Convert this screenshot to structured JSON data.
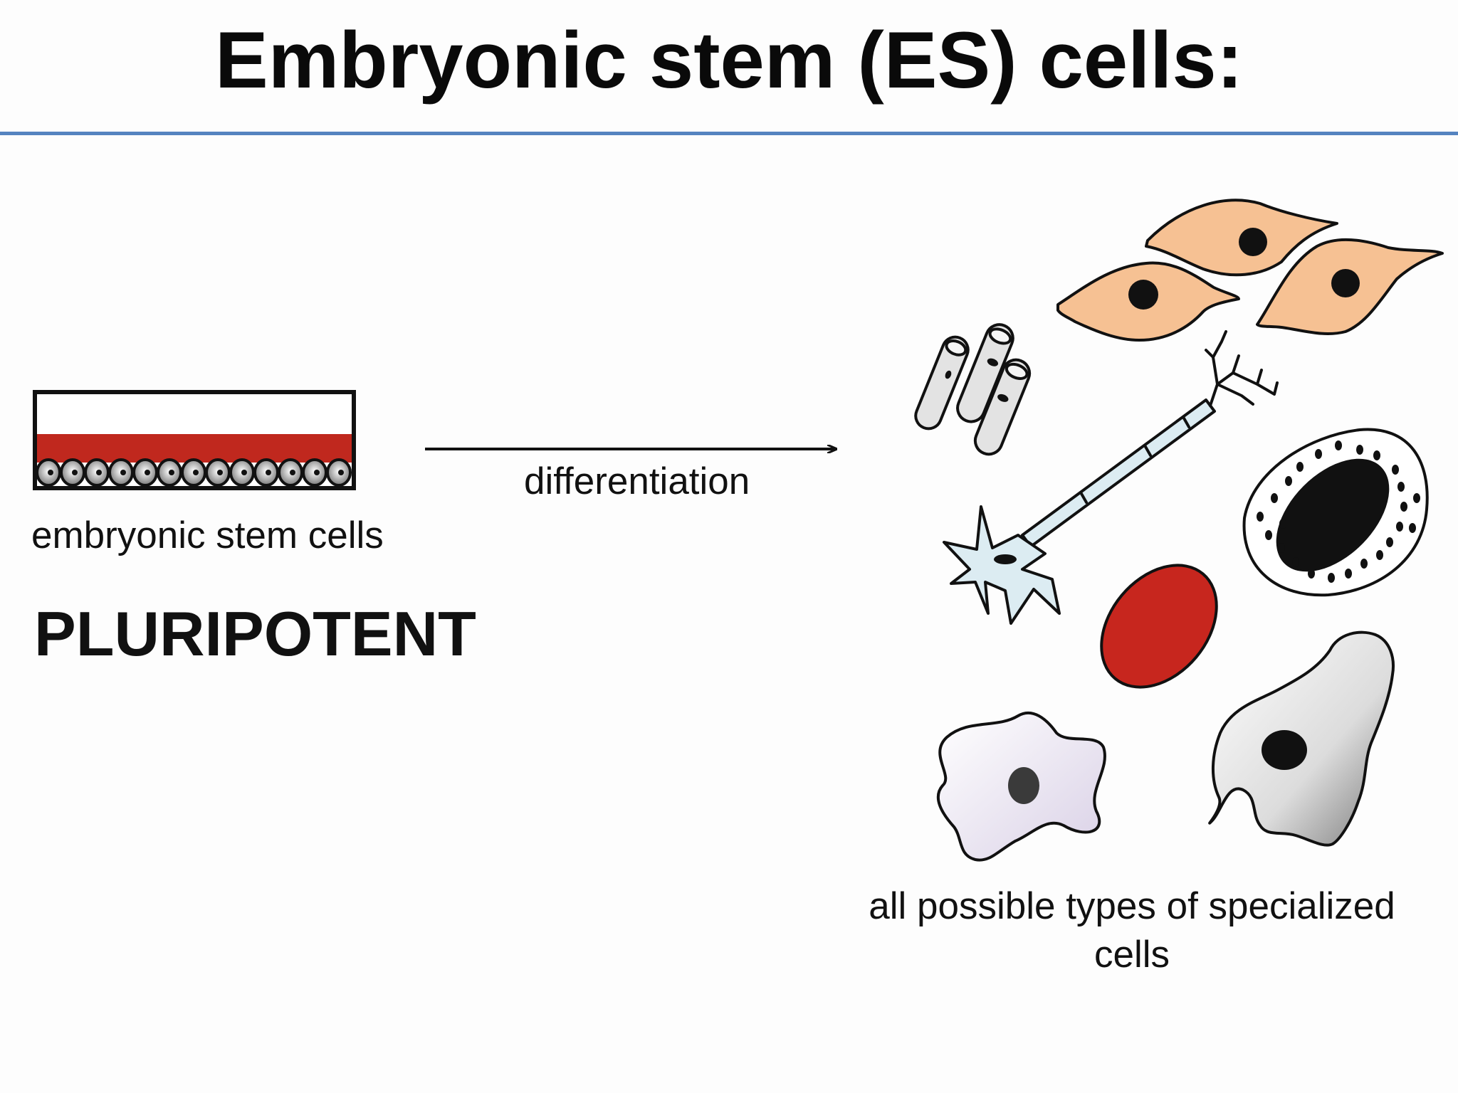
{
  "title": "Embryonic stem (ES) cells:",
  "source_label": "embryonic stem cells",
  "potency_label": "PLURIPOTENT",
  "arrow_label": "differentiation",
  "target_label": "all possible types of specialized cells",
  "colors": {
    "title_rule": "#5584c0",
    "culture_medium": "#c0281e",
    "fibroblast": "#f6c193",
    "red_blood_cell": "#c7261e",
    "neuron": "#dcecf2"
  },
  "cell_types": [
    "fibroblast",
    "muscle-fiber",
    "neuron",
    "red-blood-cell",
    "secretory-cell",
    "macrophage",
    "irregular-cell"
  ]
}
